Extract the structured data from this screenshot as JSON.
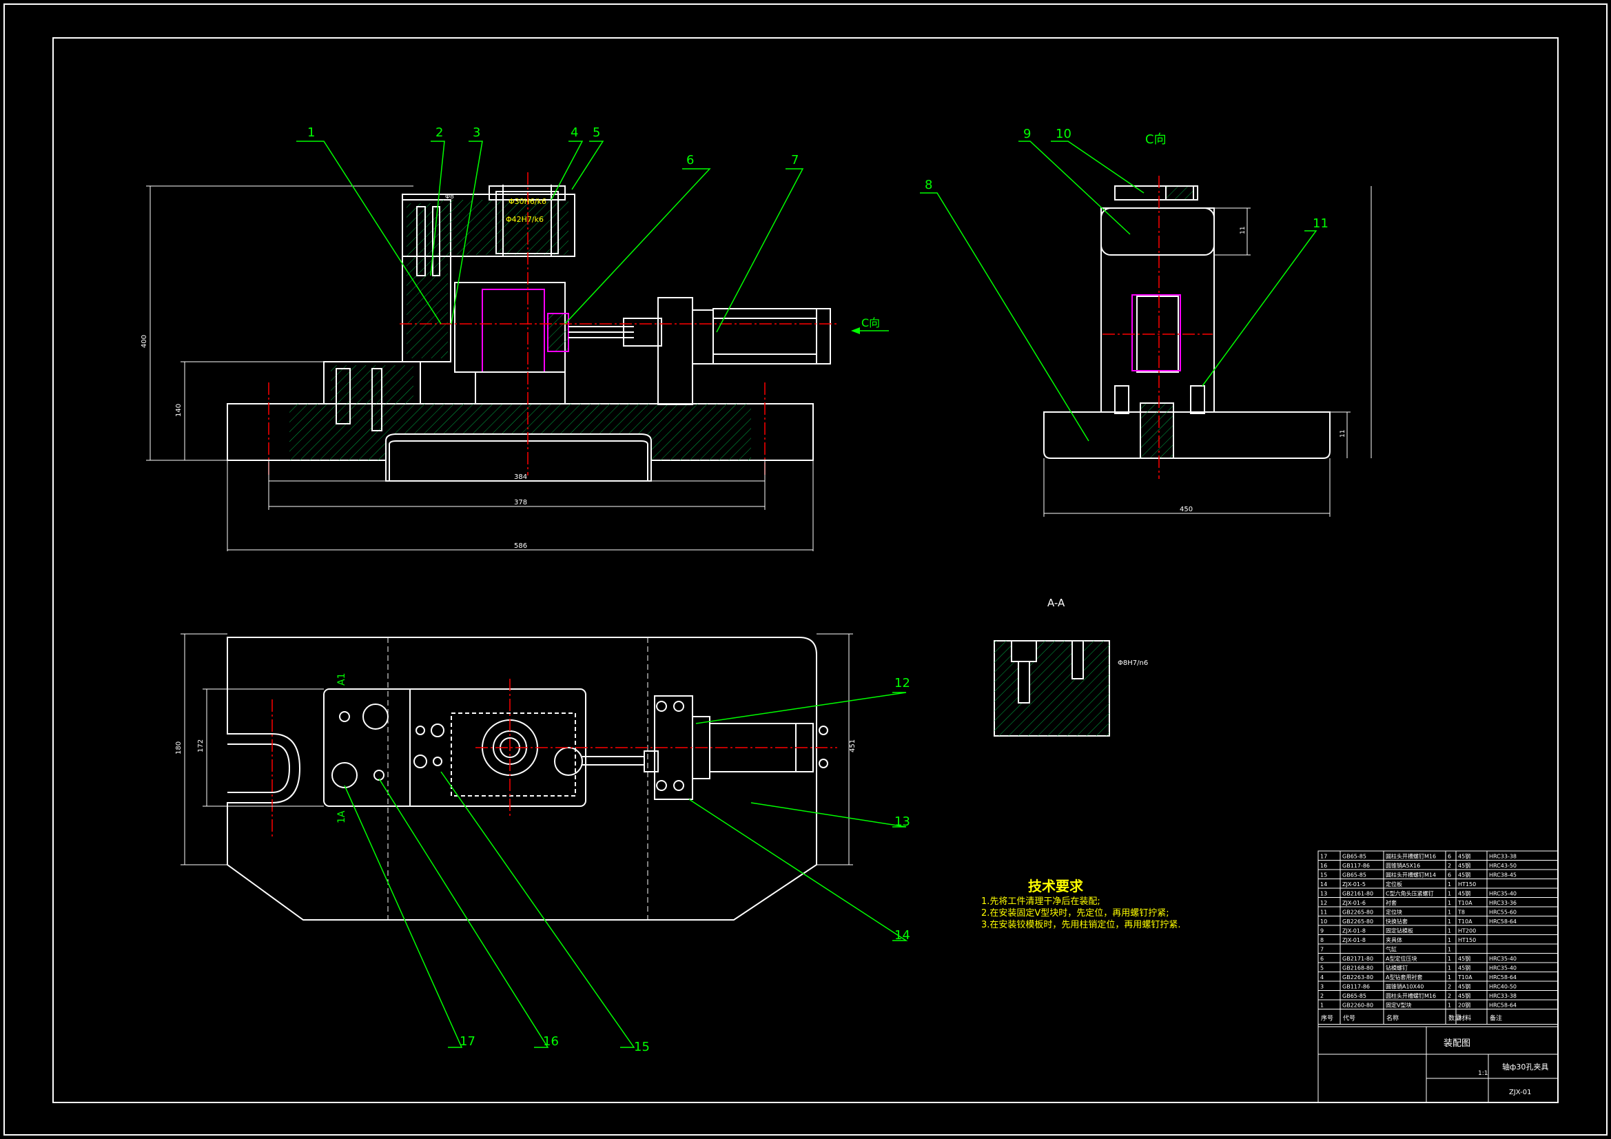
{
  "colors": {
    "background": "#000000",
    "outline": "#ffffff",
    "leader": "#00ff00",
    "dimension": "#ffffff",
    "center": "#ff0000",
    "hidden": "#ff00ff",
    "hatch": "#00cc44",
    "note_title": "#ffff00",
    "note_text": "#ffff00"
  },
  "balloons": {
    "b1": "1",
    "b2": "2",
    "b3": "3",
    "b4": "4",
    "b5": "5",
    "b6": "6",
    "b7": "7",
    "b8": "8",
    "b9": "9",
    "b10": "10",
    "b11": "11",
    "b12": "12",
    "b13": "13",
    "b14": "14",
    "b15": "15",
    "b16": "16",
    "b17": "17"
  },
  "views": {
    "c_view_title": "C向",
    "c_view_arrow": "C向",
    "section_title": "A-A",
    "section_mark_top": "A1",
    "section_mark_bottom": "1A"
  },
  "dimensions": {
    "front_height": "400",
    "front_base_height": "140",
    "front_inner_width": "384",
    "front_mid_width": "378",
    "front_overall_width": "586",
    "fit_upper": "Φ30H6/k6",
    "fit_lower": "Φ42H7/k6",
    "fit_small": "Φ8",
    "side_width": "450",
    "side_h_upper": "11",
    "side_h_lower": "11",
    "plan_height_outer": "180",
    "plan_height_inner": "172",
    "plan_height_right": "451",
    "section_fit": "Φ8H7/n6"
  },
  "notes": {
    "title": "技术要求",
    "items": [
      "1.先将工件清理干净后在装配;",
      "2.在安装固定V型块时，先定位，再用螺钉拧紧;",
      "3.在安装铰模板时，先用柱销定位，再用螺钉拧紧."
    ]
  },
  "bom": {
    "rows": [
      [
        "17",
        "GB65-85",
        "圆柱头开槽螺钉M16",
        "6",
        "45钢",
        "HRC33-38"
      ],
      [
        "16",
        "GB117-86",
        "圆锥销A5X16",
        "2",
        "45钢",
        "HRC43-50"
      ],
      [
        "15",
        "GB65-85",
        "圆柱头开槽螺钉M14",
        "6",
        "45钢",
        "HRC38-45"
      ],
      [
        "14",
        "ZJX-01-5",
        "定位板",
        "1",
        "HT150",
        ""
      ],
      [
        "13",
        "GB2161-80",
        "C型六角头压紧螺钉",
        "1",
        "45钢",
        "HRC35-40"
      ],
      [
        "12",
        "ZJX-01-6",
        "衬套",
        "1",
        "T10A",
        "HRC33-36"
      ],
      [
        "11",
        "GB2265-80",
        "定位块",
        "1",
        "T8",
        "HRC55-60"
      ],
      [
        "10",
        "GB2265-80",
        "快换钻套",
        "1",
        "T10A",
        "HRC58-64"
      ],
      [
        "9",
        "ZJX-01-8",
        "固定钻模板",
        "1",
        "HT200",
        ""
      ],
      [
        "8",
        "ZJX-01-8",
        "夹具体",
        "1",
        "HT150",
        ""
      ],
      [
        "7",
        "",
        "气缸",
        "1",
        "",
        ""
      ],
      [
        "6",
        "GB2171-80",
        "A型定位压块",
        "1",
        "45钢",
        "HRC35-40"
      ],
      [
        "5",
        "GB2168-80",
        "钻模螺钉",
        "1",
        "45钢",
        "HRC35-40"
      ],
      [
        "4",
        "GB2263-80",
        "A型钻套用衬套",
        "1",
        "T10A",
        "HRC58-64"
      ],
      [
        "3",
        "GB117-86",
        "圆锥销A10X40",
        "2",
        "45钢",
        "HRC40-50"
      ],
      [
        "2",
        "GB65-85",
        "圆柱头开槽螺钉M16",
        "2",
        "45钢",
        "HRC33-38"
      ],
      [
        "1",
        "GB2260-80",
        "固定V型块",
        "1",
        "20钢",
        "HRC58-64"
      ]
    ],
    "header": [
      "序号",
      "代号",
      "名称",
      "数量",
      "材料",
      "备注"
    ],
    "drawing_title": "装配图",
    "part_name": "轴ф30孔夹具",
    "drawing_number": "ZJX-01",
    "scale": "1:1"
  }
}
